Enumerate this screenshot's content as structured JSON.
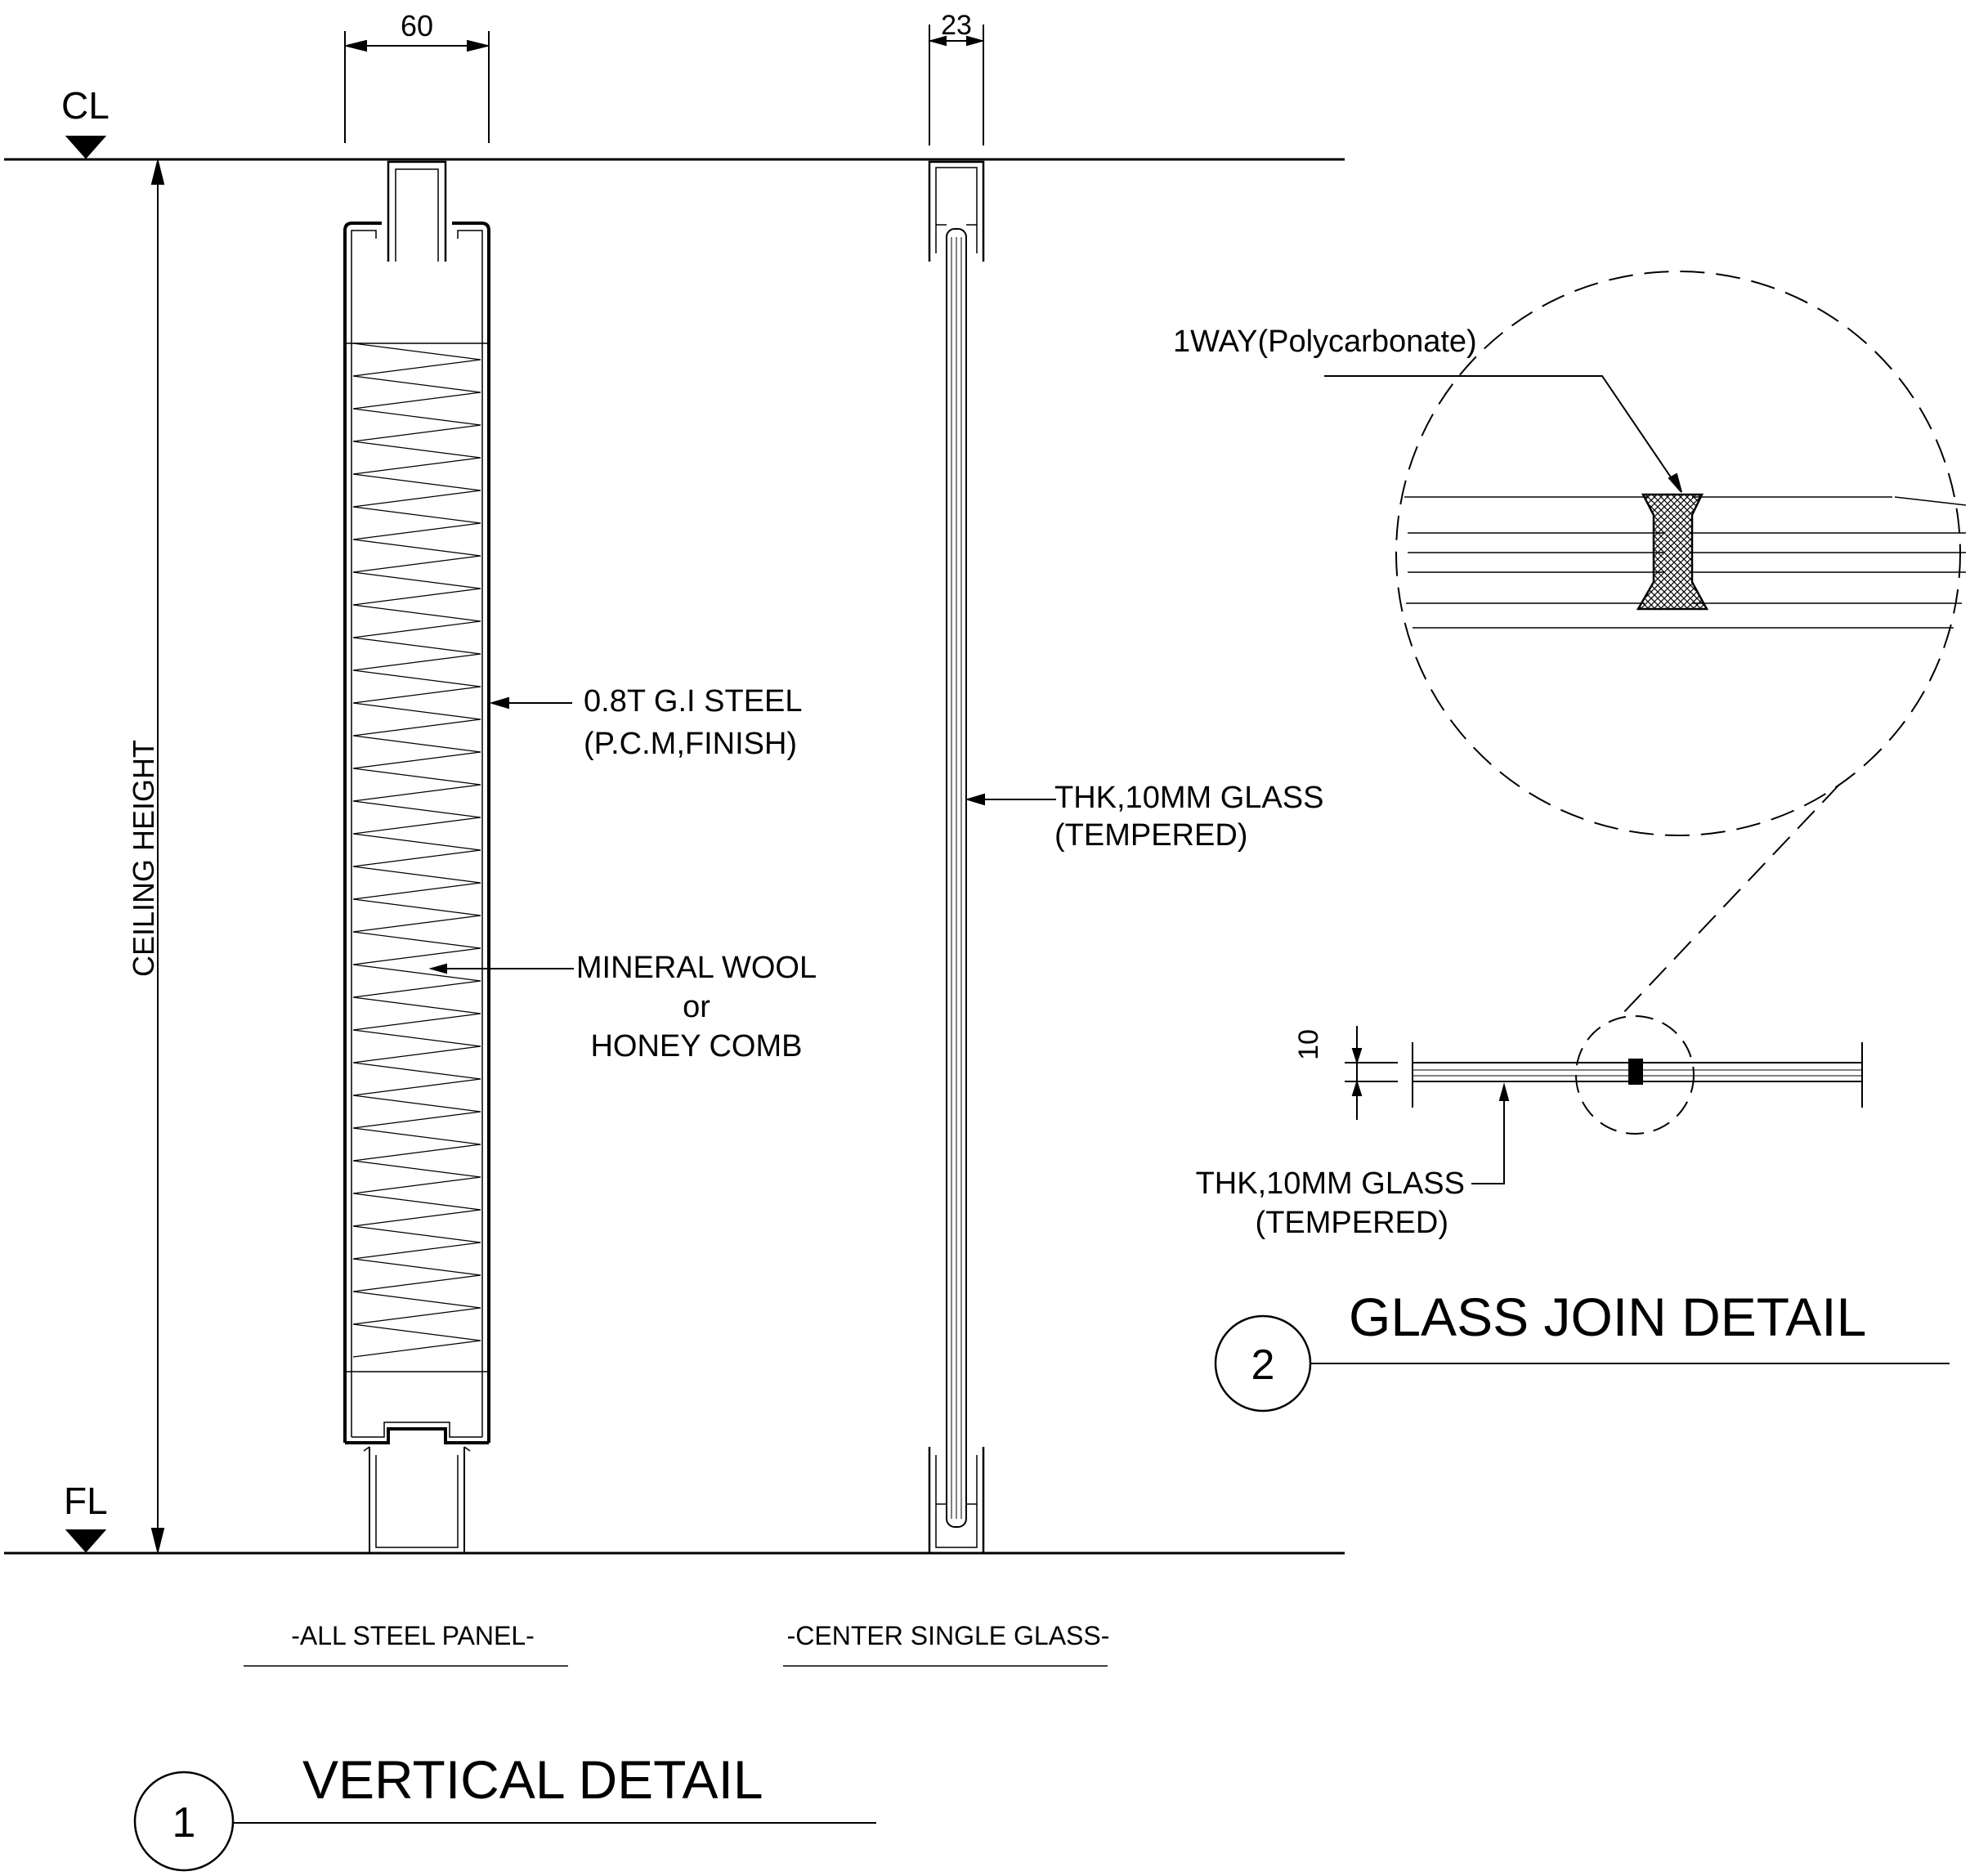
{
  "levels": {
    "ceiling": "CL",
    "floor": "FL"
  },
  "dims": {
    "panel_width": "60",
    "glass_frame_width": "23",
    "ceiling_height": "CEILING HEIGHT",
    "glass_thickness": "10"
  },
  "panel_notes": {
    "steel_line1": "0.8T G.I STEEL",
    "steel_line2": "(P.C.M,FINISH)",
    "wool_line1": "MINERAL WOOL",
    "wool_line2": "or",
    "wool_line3": "HONEY COMB"
  },
  "glass_notes": {
    "line1": "THK,10MM GLASS",
    "line2": "(TEMPERED)"
  },
  "captions": {
    "steel_panel": "-ALL STEEL PANEL-",
    "center_glass": "-CENTER SINGLE GLASS-"
  },
  "detail1": {
    "number": "1",
    "title": "VERTICAL DETAIL"
  },
  "detail2": {
    "number": "2",
    "title": "GLASS JOIN DETAIL",
    "joint_label": "1WAY(Polycarbonate)",
    "glass_line1": "THK,10MM GLASS",
    "glass_line2": "(TEMPERED)"
  }
}
